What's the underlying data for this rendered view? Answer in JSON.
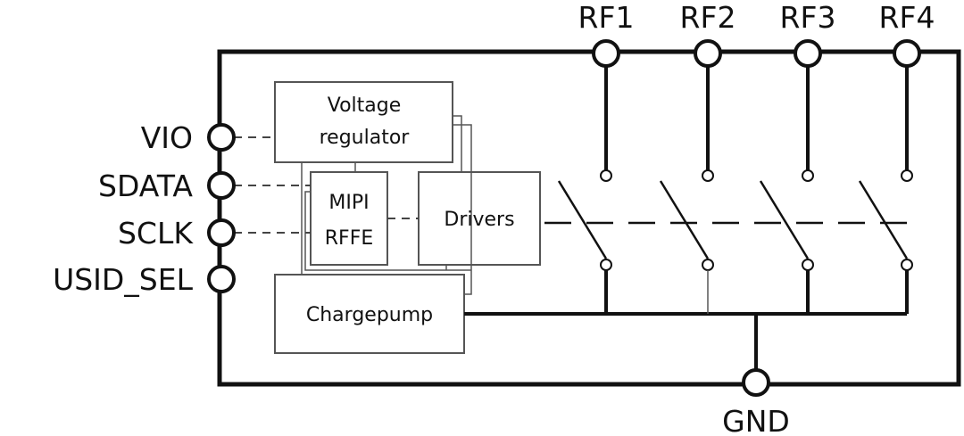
{
  "pins": {
    "left": [
      "VIO",
      "SDATA",
      "SCLK",
      "USID_SEL"
    ],
    "top": [
      "RF1",
      "RF2",
      "RF3",
      "RF4"
    ],
    "bottom": "GND"
  },
  "blocks": {
    "voltage_regulator": [
      "Voltage",
      "regulator"
    ],
    "mipi_rffe": [
      "MIPI",
      "RFFE"
    ],
    "drivers": "Drivers",
    "chargepump": "Chargepump"
  },
  "colors": {
    "stroke": "#111111",
    "thin": "#333333",
    "background": "#ffffff"
  }
}
